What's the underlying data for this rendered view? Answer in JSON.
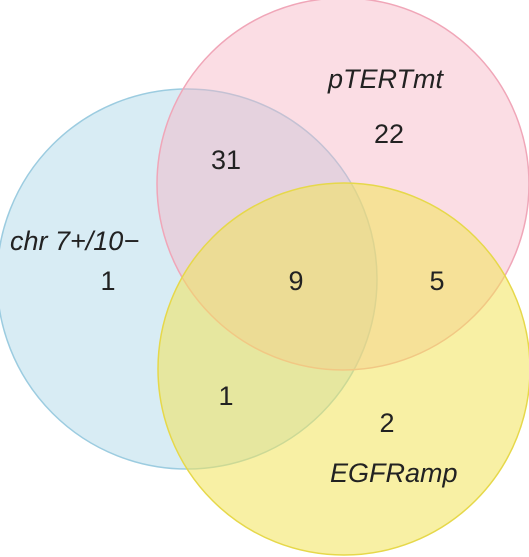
{
  "venn": {
    "sets": [
      {
        "label": "chr 7+/10−",
        "color": "#a8d5e6",
        "stroke": "#9ccce0"
      },
      {
        "label": "pTERTmt",
        "color": "#f6b3c3",
        "stroke": "#f0a6b8"
      },
      {
        "label": "EGFRamp",
        "color": "#f2e35a",
        "stroke": "#e6d84a"
      }
    ],
    "regions": {
      "chr_only": "1",
      "pTERT_only": "22",
      "EGFR_only": "2",
      "chr_pTERT": "31",
      "pTERT_EGFR": "5",
      "chr_EGFR": "1",
      "all_three": "9"
    }
  }
}
